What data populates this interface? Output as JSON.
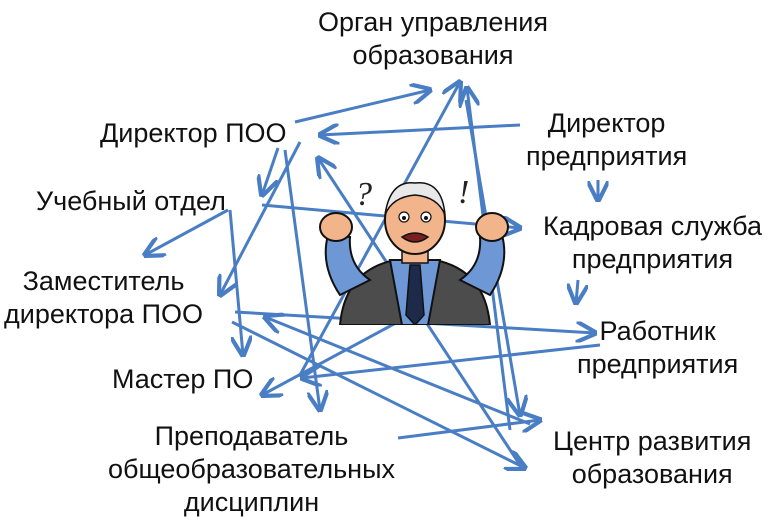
{
  "nodes": {
    "organ": {
      "line1": "Орган управления",
      "line2": "образования"
    },
    "director_poo": {
      "line1": "Директор ПОО"
    },
    "director_enterprise": {
      "line1": "Директор",
      "line2": "предприятия"
    },
    "study_dept": {
      "line1": "Учебный отдел"
    },
    "hr_service": {
      "line1": "Кадровая служба",
      "line2": "предприятия"
    },
    "deputy": {
      "line1": "Заместитель",
      "line2": "директора ПОО"
    },
    "worker": {
      "line1": "Работник",
      "line2": "предприятия"
    },
    "master": {
      "line1": "Мастер ПО"
    },
    "teacher": {
      "line1": "Преподаватель",
      "line2": "общеобразовательных",
      "line3": "дисциплин"
    },
    "center": {
      "line1": "Центр развития",
      "line2": "образования"
    }
  },
  "figure": {
    "icon": "confused-man-clipart-icon",
    "marks": [
      "?",
      "!"
    ]
  },
  "colors": {
    "arrow": "#4a7ec4",
    "text": "#111111",
    "background": "#ffffff"
  }
}
